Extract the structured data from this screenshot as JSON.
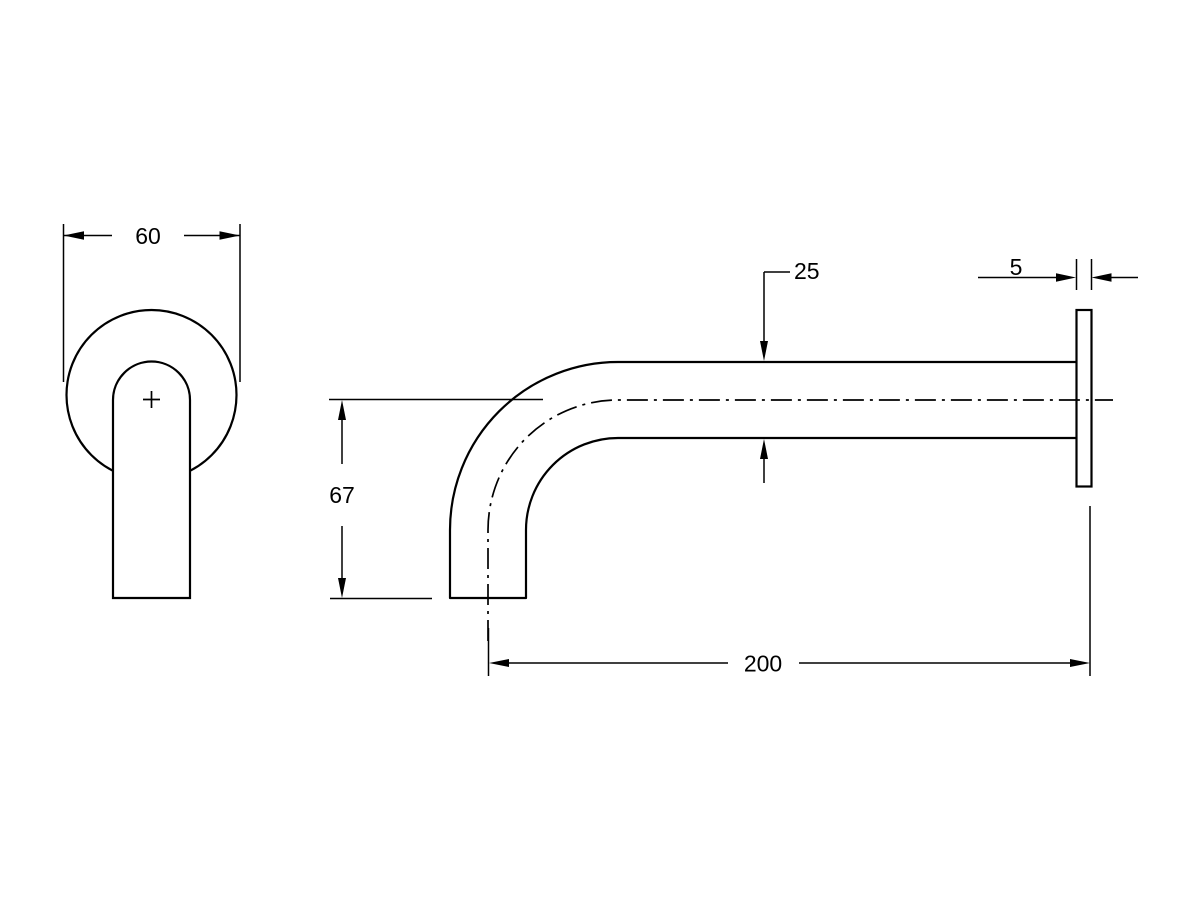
{
  "drawing": {
    "type": "technical-dimension-drawing",
    "subject": "wall-mounted-spout",
    "background_color": "#ffffff",
    "line_color": "#000000",
    "views": [
      {
        "id": "front-view",
        "description": "front elevation: round wall flange with downward spout and center mark"
      },
      {
        "id": "side-view",
        "description": "side elevation: curved spout tube with wall plate"
      }
    ]
  },
  "dims": {
    "d60": "60",
    "d25": "25",
    "d5": "5",
    "d67": "67",
    "d200": "200"
  }
}
